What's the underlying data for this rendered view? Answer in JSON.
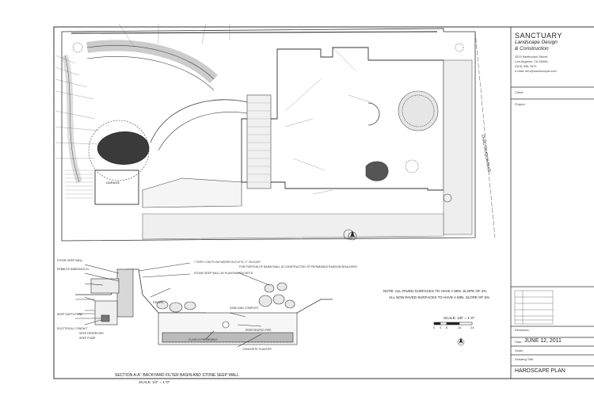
{
  "title_block": {
    "firm_name": "SANCTUARY",
    "firm_subtitle_1": "Landscape Design",
    "firm_subtitle_2": "& Construction",
    "address_1": "2570 Beethoven Street",
    "address_2": "Los Angeles, CA 90066",
    "phone": "(310) 306-7670",
    "email": "e-mail: info@sanctuaryla.com",
    "client_label": "Client:",
    "project_label": "Project:",
    "revisions_label": "Revisions:",
    "date_label": "Date:",
    "date_value": "JUNE 12, 2011",
    "scale_label": "Scale:",
    "drawing_title_label": "Drawing Title:",
    "drawing_title_value": "HARDSCAPE PLAN"
  },
  "notes": {
    "note_1": "NOTE: ALL PAVED SURFACES TO HAVE A MIN. SLOPE OF 2%",
    "note_2": "ALL NON PAVED SURFACES TO HAVE A MIN. SLOPE OF 5%"
  },
  "scale_bar": {
    "label": "SCALE: 1/8\" = 1'-0\"",
    "ticks": [
      "0",
      "4",
      "8",
      "16",
      "24"
    ]
  },
  "section": {
    "title": "SECTION  A-A':  BACKYARD FILTER BASIN AND STONE SEEP WALL",
    "scale": "SCALE: 1/2\" = 1'-0\""
  },
  "street": {
    "name": "CHAUTAUQUA BLVD."
  },
  "plan_labels": {
    "garage": "GARAGE"
  },
  "callouts": {
    "stone_seep_wall": "STONE SEEP WALL",
    "pebbles": "PEBBLES IMBEDDED IN",
    "sand_compost": "SAND AND COMPOST",
    "perforated_pipe": "PERFORATED PIPE",
    "class2": "CLASS II PERMEABLE",
    "electrical_conduit": "ELECTRICAL CONDUIT",
    "seep_reservoir": "SEEP RESERVOIR",
    "seep_pump": "SEEP PUMP",
    "seep_supply": "SEEP SUPPLY LINE",
    "gravel": "GRAVEL",
    "concrete_planter": "CONCRETE PLANTER",
    "low_flow": "7 VERY LOW FLOW WATER OUTLETS, 4\" ON EAST",
    "planting_pockets": "STONE SEEP WALL W/ PLANTING POCKETS",
    "basin_note": "FOR PORTION OF BASIN WALL IS CONSTRUCTED OF PERMEABLE RANDOM BOULDERS"
  }
}
